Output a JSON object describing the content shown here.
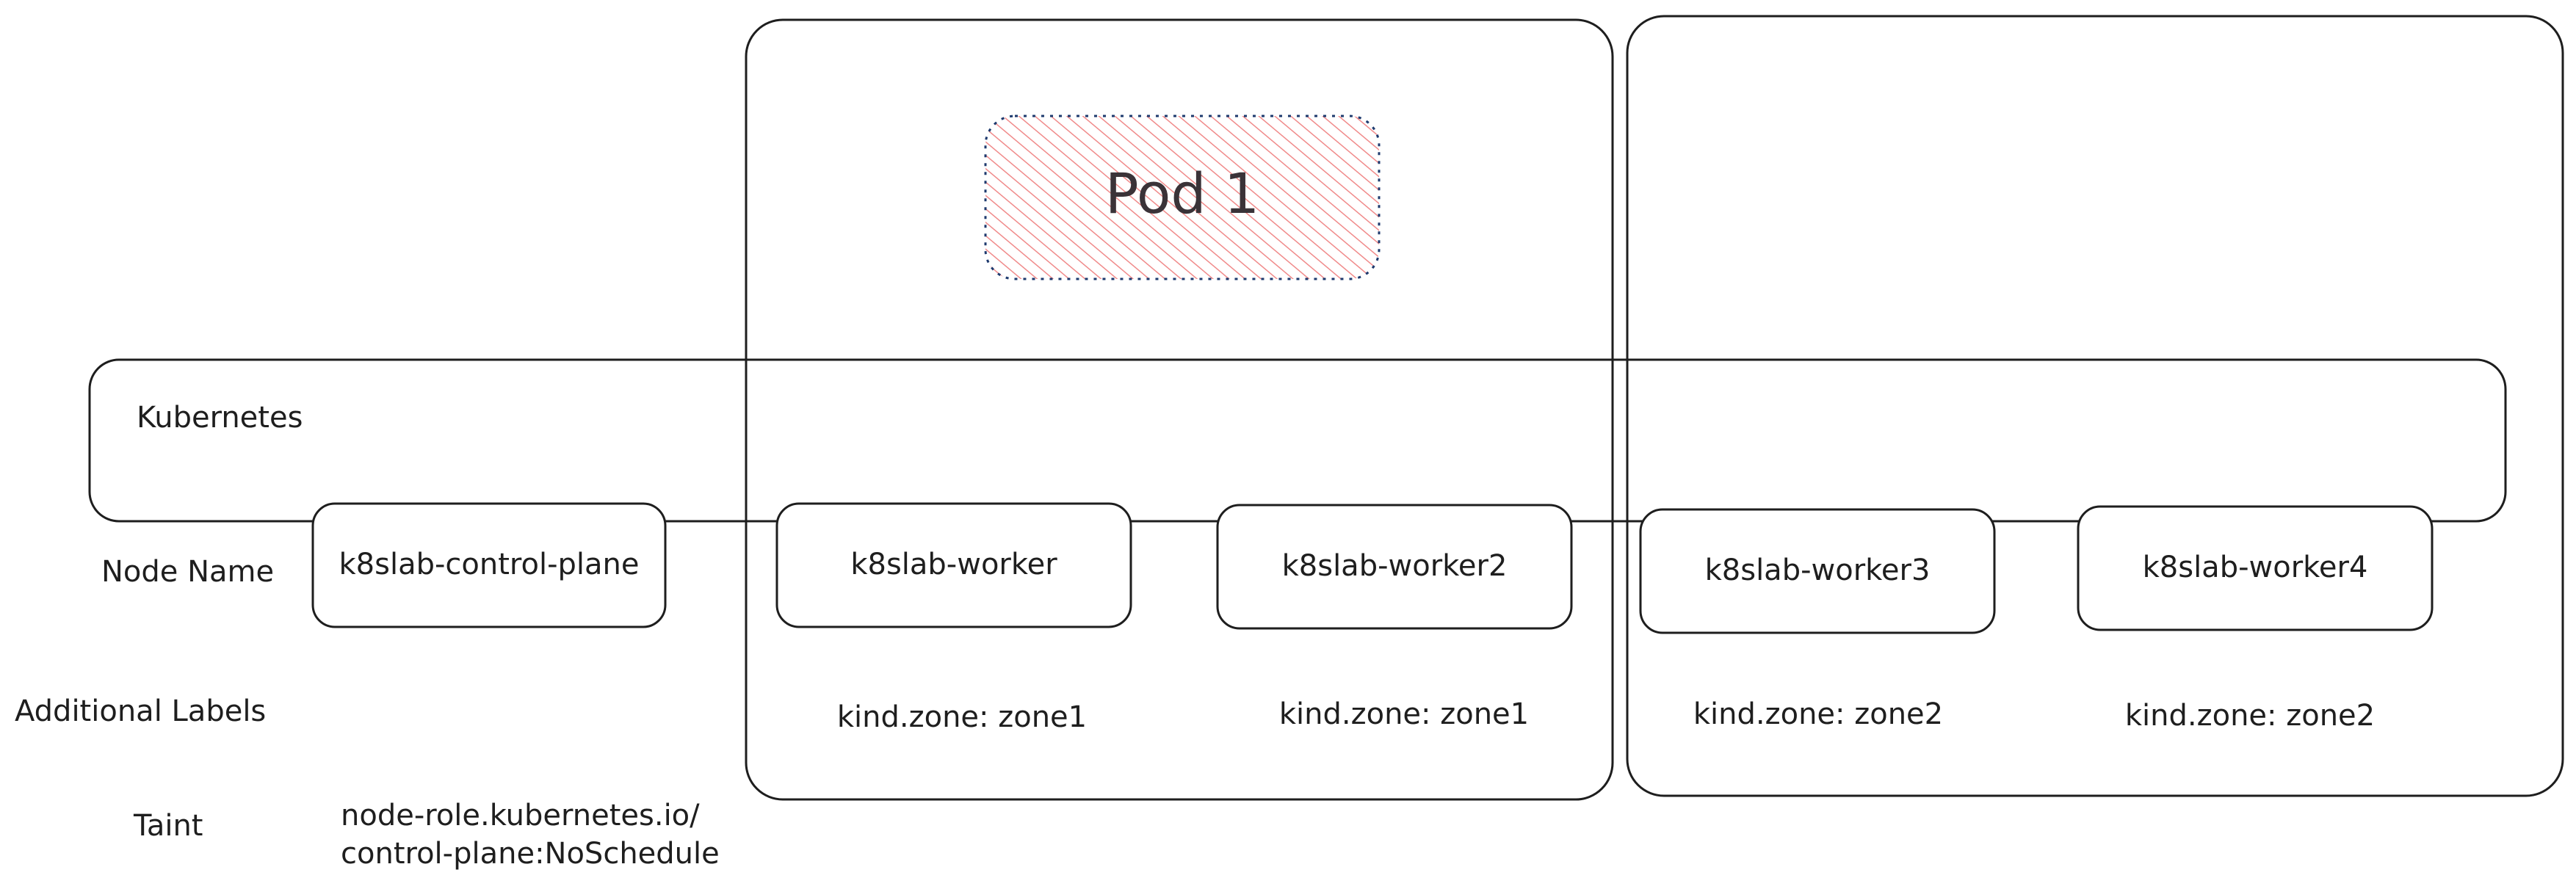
{
  "diagram": {
    "cluster_label": "Kubernetes",
    "pod_label": "Pod 1",
    "row_labels": {
      "node_name": "Node Name",
      "additional_labels": "Additional Labels",
      "taint": "Taint"
    },
    "nodes": [
      {
        "name": "k8slab-control-plane",
        "label": "",
        "taint_line1": "node-role.kubernetes.io/",
        "taint_line2": "control-plane:NoSchedule"
      },
      {
        "name": "k8slab-worker",
        "label": "kind.zone: zone1"
      },
      {
        "name": "k8slab-worker2",
        "label": "kind.zone: zone1"
      },
      {
        "name": "k8slab-worker3",
        "label": "kind.zone: zone2"
      },
      {
        "name": "k8slab-worker4",
        "label": "kind.zone: zone2"
      }
    ],
    "colors": {
      "stroke": "#1e1e1e",
      "pod_hatch": "#f08a8a",
      "pod_border": "#1e3a6e"
    }
  }
}
